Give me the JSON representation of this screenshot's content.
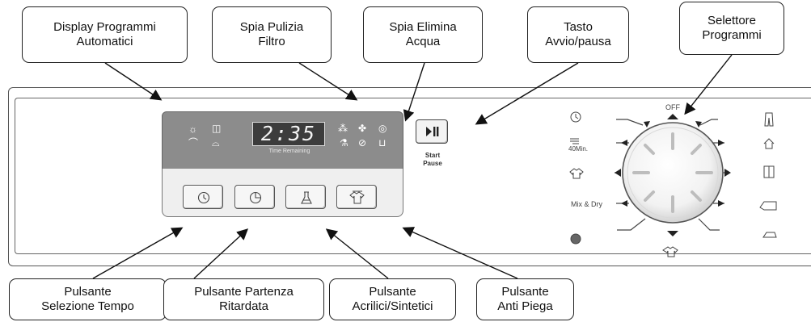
{
  "callouts": {
    "display_programmi": {
      "line1": "Display Programmi",
      "line2": "Automatici"
    },
    "spia_pulizia": {
      "line1": "Spia Pulizia",
      "line2": "Filtro"
    },
    "spia_elimina": {
      "line1": "Spia Elimina",
      "line2": "Acqua"
    },
    "tasto_avvio": {
      "line1": "Tasto",
      "line2": "Avvio/pausa"
    },
    "selettore": {
      "line1": "Selettore",
      "line2": "Programmi"
    },
    "pulsante_tempo": {
      "line1": "Pulsante",
      "line2": "Selezione Tempo"
    },
    "pulsante_partenza": {
      "line1": "Pulsante Partenza",
      "line2": "Ritardata"
    },
    "pulsante_acrilici": {
      "line1": "Pulsante",
      "line2": "Acrilici/Sintetici"
    },
    "pulsante_antipiega": {
      "line1": "Pulsante",
      "line2": "Anti Piega"
    }
  },
  "display": {
    "time": "2:35",
    "time_remaining": "Time Remaining"
  },
  "start_button": {
    "line1": "Start",
    "line2": "Pause"
  },
  "selector": {
    "off_label": "OFF",
    "forty_min_label": "40Min.",
    "mix_dry_label": "Mix & Dry"
  },
  "icons": {
    "sun": "sun-icon",
    "filter": "filter-icon",
    "water": "water-tank-icon",
    "anticrease": "anti-crease-icon",
    "fan": "fan-icon",
    "spiral": "spiral-icon",
    "flask": "flask-icon",
    "clock": "clock-icon",
    "delay": "delay-start-icon"
  },
  "colors": {
    "display_bg": "#8c8c8c",
    "digits_bg": "#3c3c3c",
    "line": "#111111"
  }
}
